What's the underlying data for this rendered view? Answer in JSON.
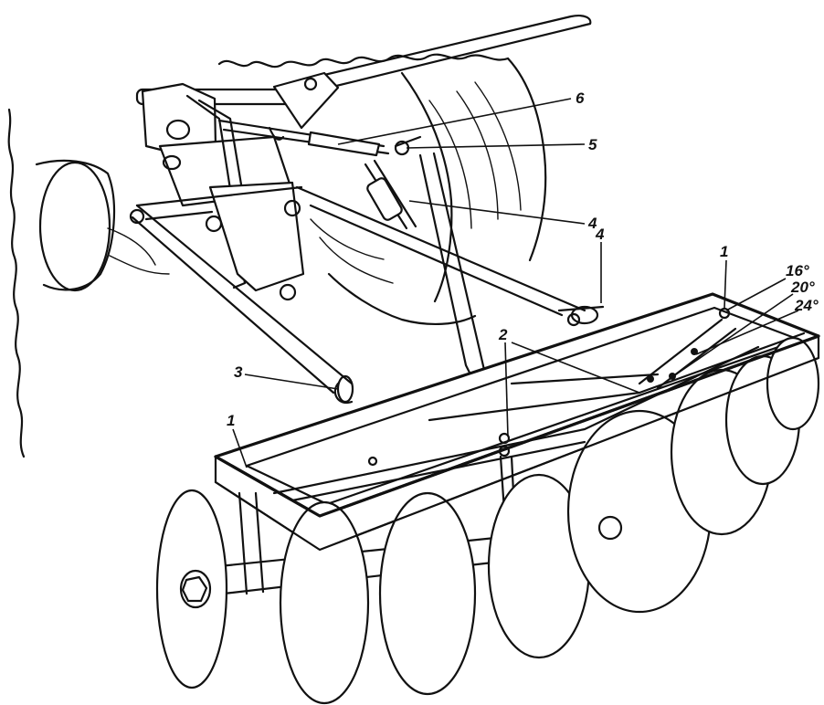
{
  "diagram": {
    "callouts": {
      "c1_left": "1",
      "c1_right": "1",
      "c2": "2",
      "c3": "3",
      "c4_center": "4",
      "c4_right": "4",
      "c5": "5",
      "c6": "6"
    },
    "angles": {
      "a16": "16°",
      "a20": "20°",
      "a24": "24°"
    }
  }
}
